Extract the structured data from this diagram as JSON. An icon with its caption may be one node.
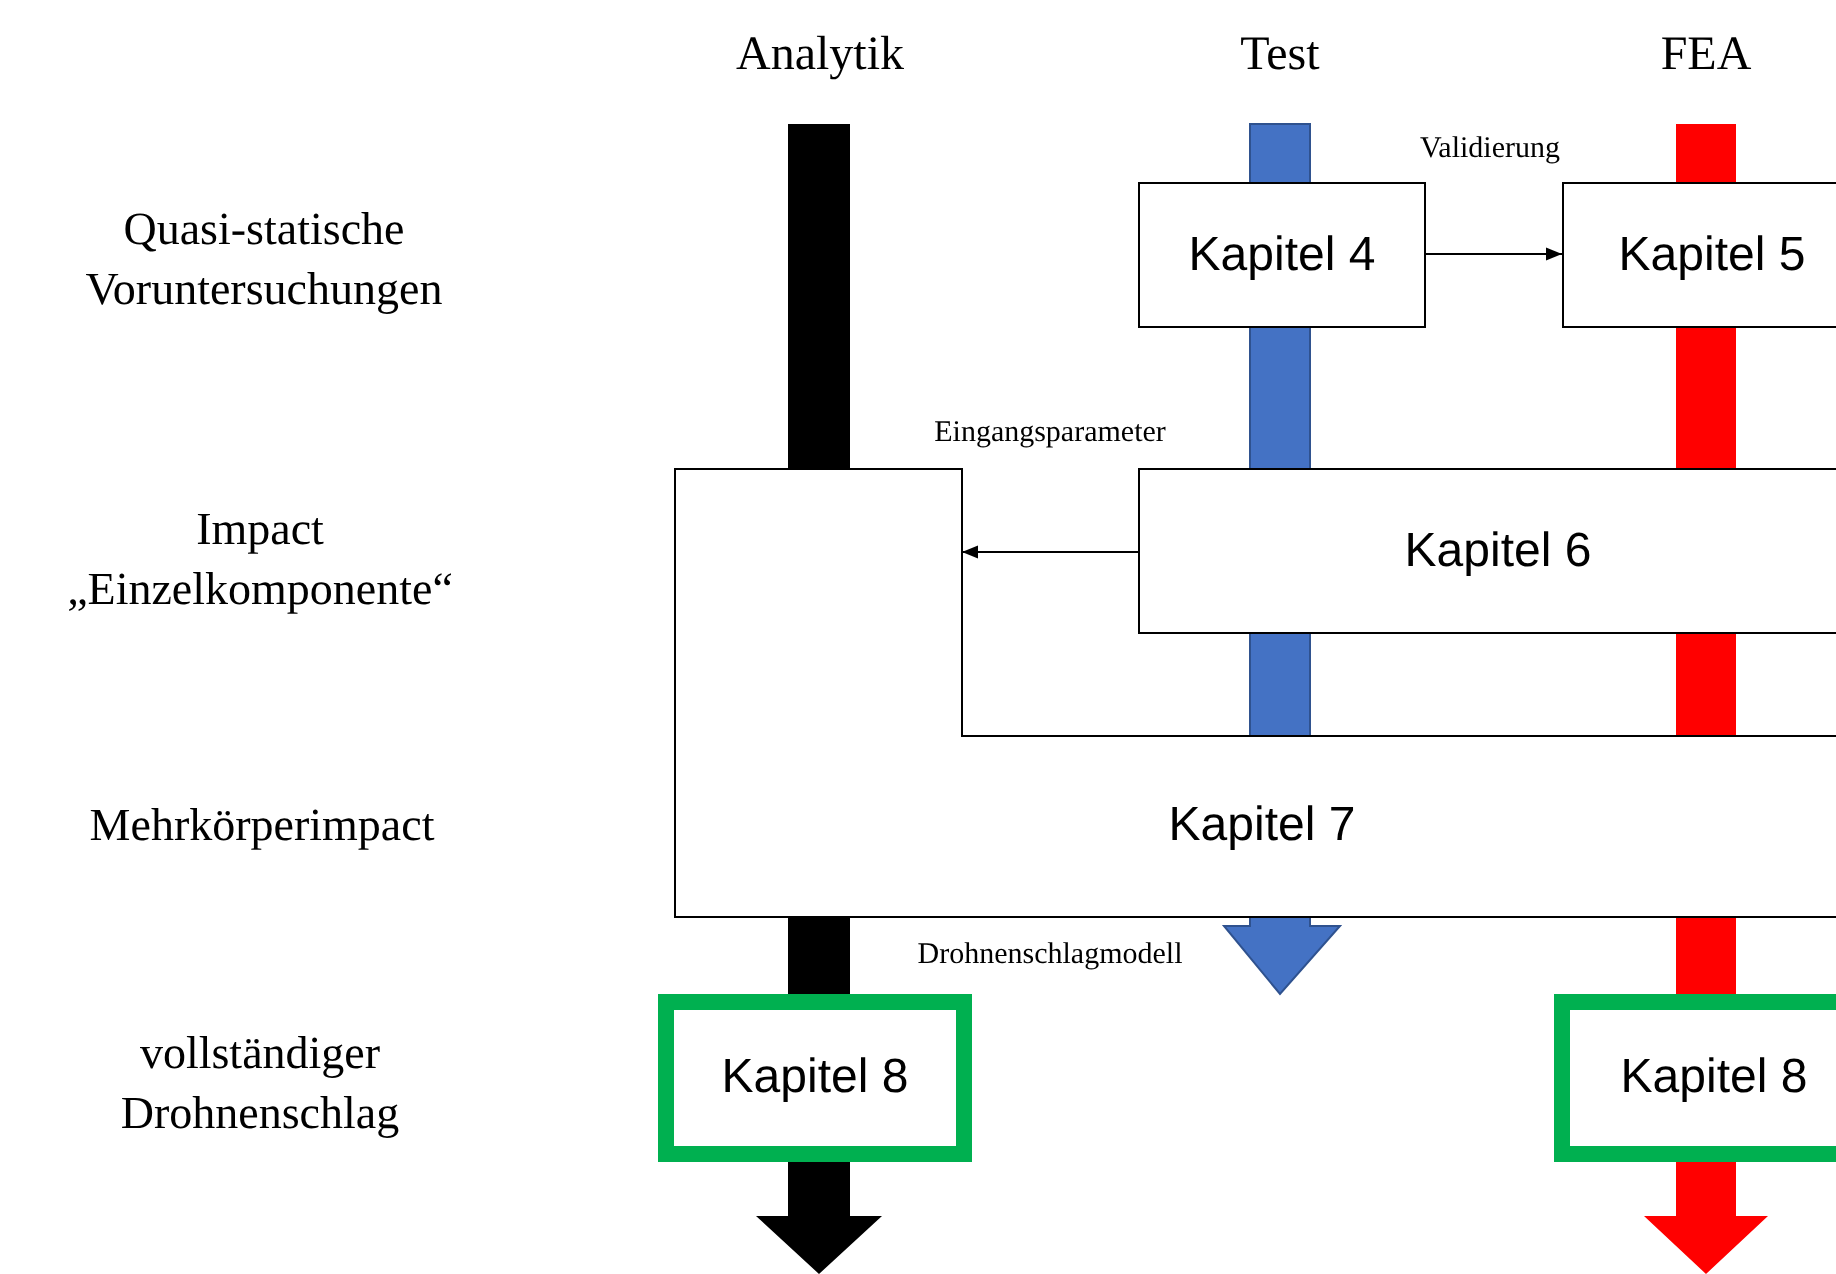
{
  "diagram": {
    "nodes": [
      {
        "text": [
          "Kapitel 4"
        ]
      },
      {
        "text": [
          "Kapitel 5"
        ]
      },
      {
        "text": [
          "Kapitel 6"
        ]
      },
      {
        "text": [
          "Kapitel 7"
        ]
      },
      {
        "text": [
          "Kapitel 8"
        ]
      },
      {
        "text": [
          "Kapitel 8"
        ]
      }
    ],
    "edges": [
      {
        "from": 0,
        "to": 1,
        "arrow": "to",
        "label": "Validierung"
      },
      {
        "from": 2,
        "to": 3,
        "arrow": "to",
        "label": "Eingangsparameter"
      }
    ],
    "labels": [
      "Analytik",
      "Test",
      "FEA",
      "Quasi-statische Voruntersuchungen",
      "Impact „Einzelkomponente“",
      "Mehrkörperimpact",
      "Drohnenschlagmodell",
      "vollständiger Drohnenschlag"
    ]
  }
}
